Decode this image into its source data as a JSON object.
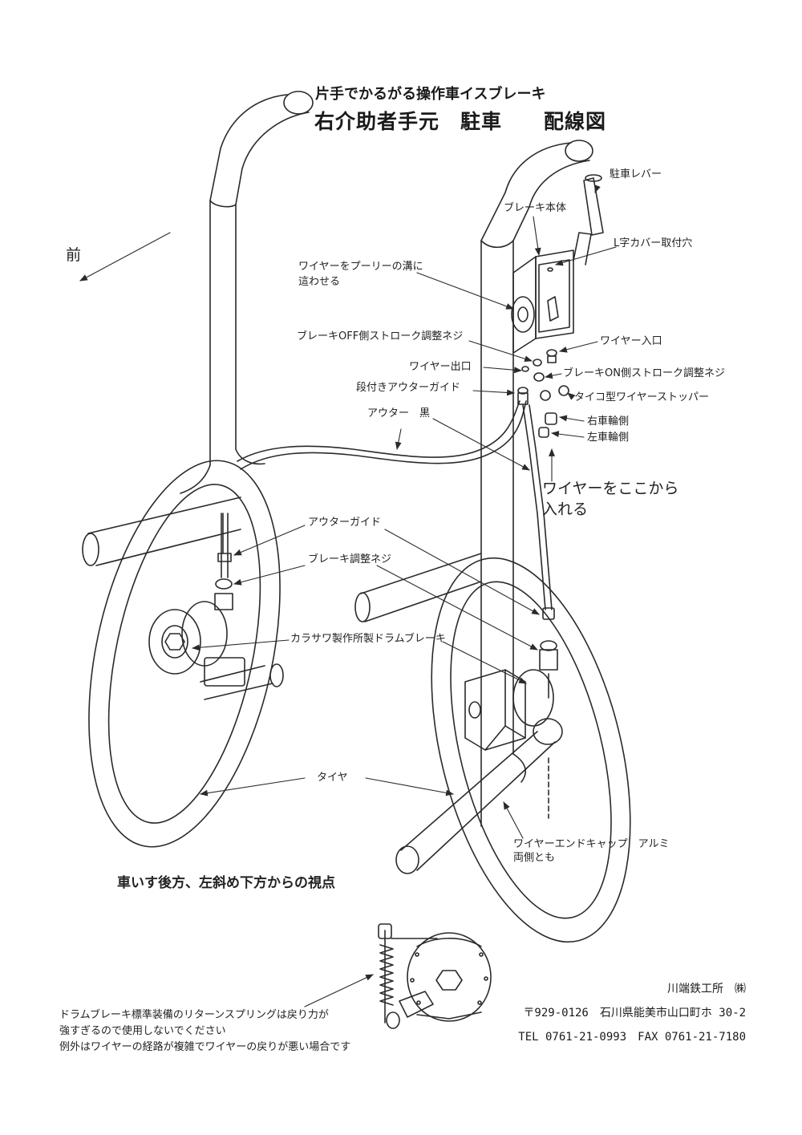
{
  "title": {
    "subtitle": "片手でかるがる操作車イスブレーキ",
    "main": "右介助者手元　駐車　　配線図"
  },
  "direction": {
    "front": "前"
  },
  "labels": {
    "parking_lever": "駐車レバー",
    "brake_body": "ブレーキ本体",
    "l_cover_hole": "L字カバー取付穴",
    "wire_pulley_1": "ワイヤーをプーリーの溝に",
    "wire_pulley_2": "這わせる",
    "brake_off_screw": "ブレーキOFF側ストローク調整ネジ",
    "wire_inlet": "ワイヤー入口",
    "wire_outlet": "ワイヤー出口",
    "brake_on_screw": "ブレーキON側ストローク調整ネジ",
    "stepped_outer_guide": "段付きアウターガイド",
    "tyco_stopper": "タイコ型ワイヤーストッパー",
    "outer_black": "アウター　黒",
    "right_wheel": "右車輪側",
    "left_wheel": "左車輪側",
    "insert_wire_1": "ワイヤーをここから",
    "insert_wire_2": "入れる",
    "outer_guide": "アウターガイド",
    "brake_adjust_screw": "ブレーキ調整ネジ",
    "drum_brake": "カラサワ製作所製ドラムブレーキ",
    "tire": "タイヤ",
    "end_cap_1": "ワイヤーエンドキャップ　アルミ",
    "end_cap_2": "両側とも",
    "view_point": "車いす後方、左斜め下方からの視点"
  },
  "note": {
    "line1": "ドラムブレーキ標準装備のリターンスプリングは戻り力が",
    "line2": "強すぎるので使用しないでください",
    "line3": "例外はワイヤーの経路が複雑でワイヤーの戻りが悪い場合です"
  },
  "company": {
    "name": "川端鉄工所　㈱",
    "address": "〒929-0126　石川県能美市山口町ホ 30-2",
    "phone": "TEL 0761-21-0993　FAX 0761-21-7180"
  }
}
